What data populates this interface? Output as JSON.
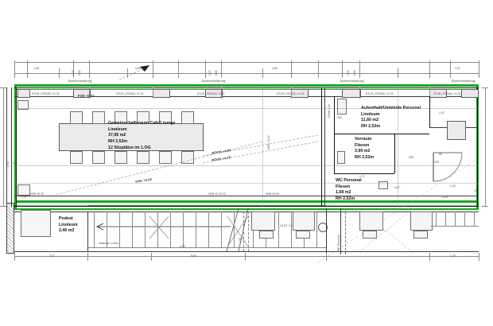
{
  "drawing": {
    "type": "architectural-floor-plan",
    "scale_note": "Geländer 1,00m",
    "rooms": [
      {
        "id": "gemeinschaftsraum",
        "name": "Gemeinschaftsraum  Cafe/Lounge",
        "material": "Linoleum",
        "area": "37,95 m2",
        "height": "RH 2,52m",
        "note": "12 Sitzplätze im 1.OG"
      },
      {
        "id": "aufenthalt",
        "name": "Aufenthalt/Umkleide Personal",
        "material": "Linoleum",
        "area": "11,60 m2",
        "height": "RH 2,52m",
        "note": ""
      },
      {
        "id": "vorraum",
        "name": "Vorraum",
        "material": "Fliesen",
        "area": "3,90 m2",
        "height": "RH 2,52m",
        "note": ""
      },
      {
        "id": "wc-personal",
        "name": "WC Personal",
        "material": "Fliesen",
        "area": "1,58 m2",
        "height": "RH 2,52m",
        "note": ""
      },
      {
        "id": "podest",
        "name": "Podest",
        "material": "Linoleum",
        "area": "2,40 m2",
        "height": "",
        "note": ""
      }
    ],
    "level_marks": {
      "fok_left": "FOK +2,24",
      "fok_mid": "FOK +2,24",
      "rook": "ROOK +4,96",
      "rouk": "ROUK +4,76",
      "stuk_1": "STUK (+ROUK) +4,76",
      "stuk_2": "STUK (+ROUK) +4,76",
      "stuk_3": "STUK (+ROUK) +4,76",
      "stuk_4": "STUK (+ROUK) +4,76",
      "stuk_5": "STUK (+ROUK) +4,76",
      "stuk_6": "STUK (+ROUK) +4,76",
      "ohd": "OHD +2,00",
      "hdb_1": "HDB 40 42 22",
      "hdb_2": "HDB 25 50",
      "hdb_3": "HDB 15 30",
      "stuk_side": "STUK 2,40"
    },
    "structure_notes": {
      "n1": "Bodenverankerung",
      "n2": "Bodenverankerung",
      "n3": "Bodenverankerung",
      "n4": "Bodenverankerung",
      "gelaender": "Geländer 1,00m",
      "stg": "16 ST. 17,5/28"
    },
    "dims_top": [
      "1,48",
      "2,40",
      "1,37",
      "2,64",
      "4,50",
      "2,40",
      "1,37",
      "2,64",
      "4,50",
      "2,40",
      "1,37",
      "2,64",
      "1,57"
    ],
    "dims_bottom": [
      "2,47",
      "4,20",
      "5,60",
      "1,20"
    ],
    "dims_small": [
      "200",
      "200",
      "200",
      "1,71",
      "1,00",
      "1,32",
      "2,00",
      "1,95",
      "1,50",
      "4,07",
      "12",
      "5,25"
    ],
    "dims_left": [
      "1,21",
      "2,52",
      "1,20"
    ],
    "dims_right": [
      "1,57",
      "90",
      "200",
      "1,32",
      "15"
    ],
    "colors": {
      "wall_highlight": "#17a81a",
      "wall_highlight_pale": "#7cd37e",
      "line": "#3b3b3b",
      "fill": "#eceaea",
      "text": "#141414"
    }
  }
}
